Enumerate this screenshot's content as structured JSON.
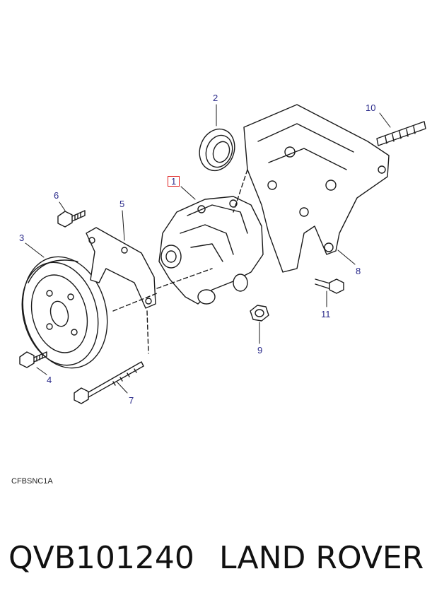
{
  "callouts": {
    "c1": "1",
    "c2": "2",
    "c3": "3",
    "c4": "4",
    "c5": "5",
    "c6": "6",
    "c7": "7",
    "c8": "8",
    "c9": "9",
    "c10": "10",
    "c11": "11"
  },
  "reference_code": "CFBSNC1A",
  "footer": {
    "part_number": "QVB101240",
    "brand": "LAND ROVER"
  },
  "colors": {
    "callout_text": "#2a2a8a",
    "highlight_box": "#e02020",
    "line_art": "#1a1a1a"
  }
}
